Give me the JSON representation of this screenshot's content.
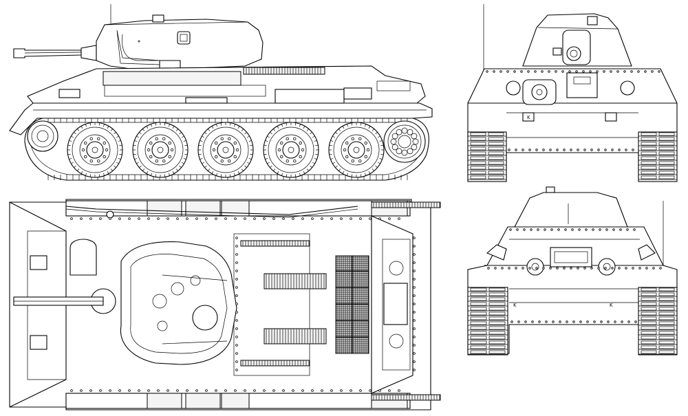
{
  "views": [
    {
      "id": "side-view",
      "label": ""
    },
    {
      "id": "top-view",
      "label": ""
    },
    {
      "id": "front-view",
      "label": ""
    },
    {
      "id": "rear-view",
      "label": ""
    }
  ],
  "markings": {
    "front_left_mark": "K",
    "rear_left_mark": "K",
    "rear_right_mark": "K"
  },
  "colors": {
    "line": "#000000",
    "background": "#ffffff",
    "shade": "#f4f4f4"
  },
  "road_wheel_count": 5
}
